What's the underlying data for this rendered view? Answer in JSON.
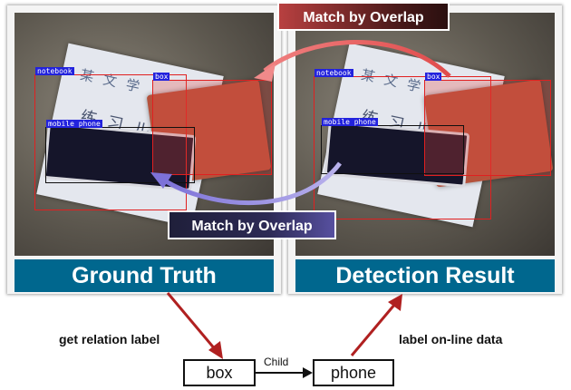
{
  "panels": {
    "left": {
      "caption": "Ground Truth"
    },
    "right": {
      "caption": "Detection Result"
    }
  },
  "boxes": {
    "notebook": "notebook",
    "box": "box",
    "mobile_phone": "mobile phone"
  },
  "matches": {
    "top": "Match by Overlap",
    "bottom": "Match by Overlap"
  },
  "annotations": {
    "left_note": "get relation label",
    "right_note": "label on-line data"
  },
  "graph": {
    "source": "box",
    "target": "phone",
    "edge": "Child"
  },
  "colors": {
    "caption_bg": "#00678e",
    "gt_box": "#e02020",
    "phone_box": "#101010",
    "label_bg": "#2222dd",
    "arrow_red": "#b02020"
  }
}
